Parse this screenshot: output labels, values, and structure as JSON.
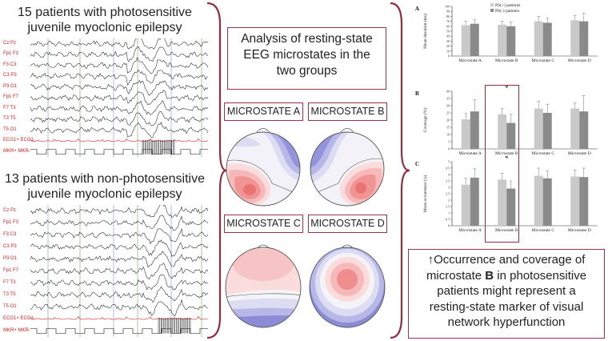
{
  "left": {
    "title_top_line1": "15 patients with photosensitive",
    "title_top_line2": "juvenile myoclonic epilepsy",
    "title_bottom_line1": "13 patients with non-photosensitive",
    "title_bottom_line2": "juvenile myoclonic epilepsy",
    "channels_top": [
      "Cz Pz",
      "Fp1 F3",
      "F3 C3",
      "C3 P3",
      "P3 O1",
      "Fp1 F7",
      "F7 T3",
      "T3 T5",
      "T5 O1",
      "ECG1+ ECG1-",
      "MKR+ MKR-"
    ],
    "channels_bottom": [
      "Cz Pz",
      "Fp1 F3",
      "F3 C3",
      "C3 P3",
      "P3 O1",
      "Fp1 F7",
      "F7 T3",
      "T3 T5",
      "T5 O1",
      "ECG1+ ECG1-",
      "MKR+ MKR-"
    ]
  },
  "center": {
    "title_line1": "Analysis of resting-state",
    "title_line2": "EEG microstates in the",
    "title_line3": "two groups",
    "microstates": [
      "MICROSTATE A",
      "MICROSTATE B",
      "MICROSTATE C",
      "MICROSTATE D"
    ]
  },
  "chart_data": [
    {
      "type": "bar",
      "panel": "A",
      "categories": [
        "Microstate A",
        "Microstate B",
        "Microstate C",
        "Microstate D"
      ],
      "series": [
        {
          "name": "PS(+) patients",
          "values": [
            62,
            63,
            70,
            72
          ],
          "errors": [
            8,
            7,
            10,
            10
          ]
        },
        {
          "name": "PS(-) patients",
          "values": [
            65,
            60,
            67,
            70
          ],
          "errors": [
            8,
            9,
            9,
            16
          ]
        }
      ],
      "ylabel": "Mean duration (ms)",
      "ylim": [
        0,
        100
      ],
      "yticks": [
        0,
        10,
        20,
        30,
        40,
        50,
        60,
        70,
        80,
        90,
        100
      ]
    },
    {
      "type": "bar",
      "panel": "B",
      "categories": [
        "Microstate A",
        "Microstate B",
        "Microstate C",
        "Microstate D"
      ],
      "series": [
        {
          "name": "PS(+) patients",
          "values": [
            20.5,
            24,
            28,
            28
          ],
          "errors": [
            4,
            4,
            5,
            4
          ]
        },
        {
          "name": "PS(-) patients",
          "values": [
            26,
            18,
            25,
            26
          ],
          "errors": [
            8,
            6,
            6,
            11
          ]
        }
      ],
      "ylabel": "Coverage (%)",
      "ylim": [
        0,
        40
      ],
      "yticks": [
        0,
        5,
        10,
        15,
        20,
        25,
        30,
        35,
        40
      ],
      "annotation": "*"
    },
    {
      "type": "bar",
      "panel": "C",
      "categories": [
        "Microstate A",
        "Microstate B",
        "Microstate C",
        "Microstate D"
      ],
      "series": [
        {
          "name": "PS(+) patients",
          "values": [
            3.2,
            3.6,
            3.9,
            3.85
          ],
          "errors": [
            0.5,
            0.5,
            0.6,
            0.5
          ]
        },
        {
          "name": "PS(-) patients",
          "values": [
            3.75,
            2.9,
            3.7,
            3.8
          ],
          "errors": [
            0.7,
            0.6,
            0.6,
            0.7
          ]
        }
      ],
      "ylabel": "Mean occurrence (/s)",
      "ylim": [
        0,
        5
      ],
      "yticks": [
        0,
        0.5,
        1,
        1.5,
        2,
        2.5,
        3,
        3.5,
        4,
        4.5,
        5
      ],
      "annotation": "*"
    }
  ],
  "legend": [
    "PS(+) patients",
    "PS(-) patients"
  ],
  "conclusion": {
    "arrow": "↑",
    "line1_rest": "Occurrence and coverage of",
    "line2_pre": "microstate ",
    "line2_bold": "B",
    "line2_post": " in photosensitive",
    "line3": "patients might represent a",
    "line4": "resting-state marker of visual",
    "line5": "network hyperfunction"
  },
  "colors": {
    "accent": "#9a3343",
    "bar_ps_plus": "#c9c9c9",
    "bar_ps_minus": "#8a8a8a",
    "eeg_red": "#d62020"
  }
}
